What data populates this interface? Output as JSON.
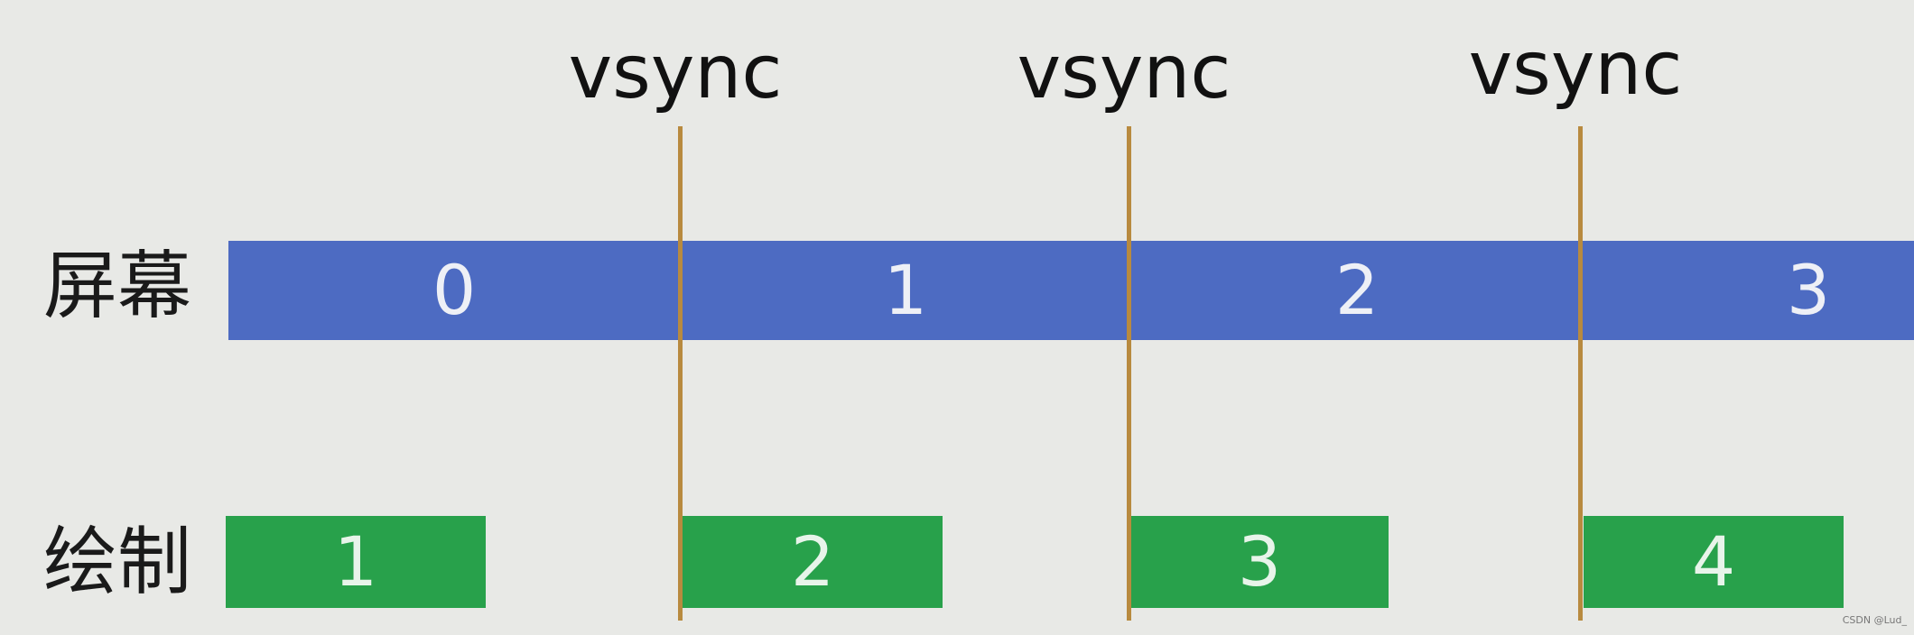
{
  "rows": {
    "screen_label": "屏幕",
    "draw_label": "绘制"
  },
  "vsync": {
    "label": "vsync",
    "count": 3
  },
  "screen_frames": [
    "0",
    "1",
    "2",
    "3"
  ],
  "draw_frames": [
    "1",
    "2",
    "3",
    "4"
  ],
  "watermark": "CSDN @Lud_",
  "colors": {
    "background": "#e8e9e6",
    "screen_bar": "#4d6bc2",
    "draw_block": "#28a14b",
    "vsync_line": "#b88a3f"
  }
}
